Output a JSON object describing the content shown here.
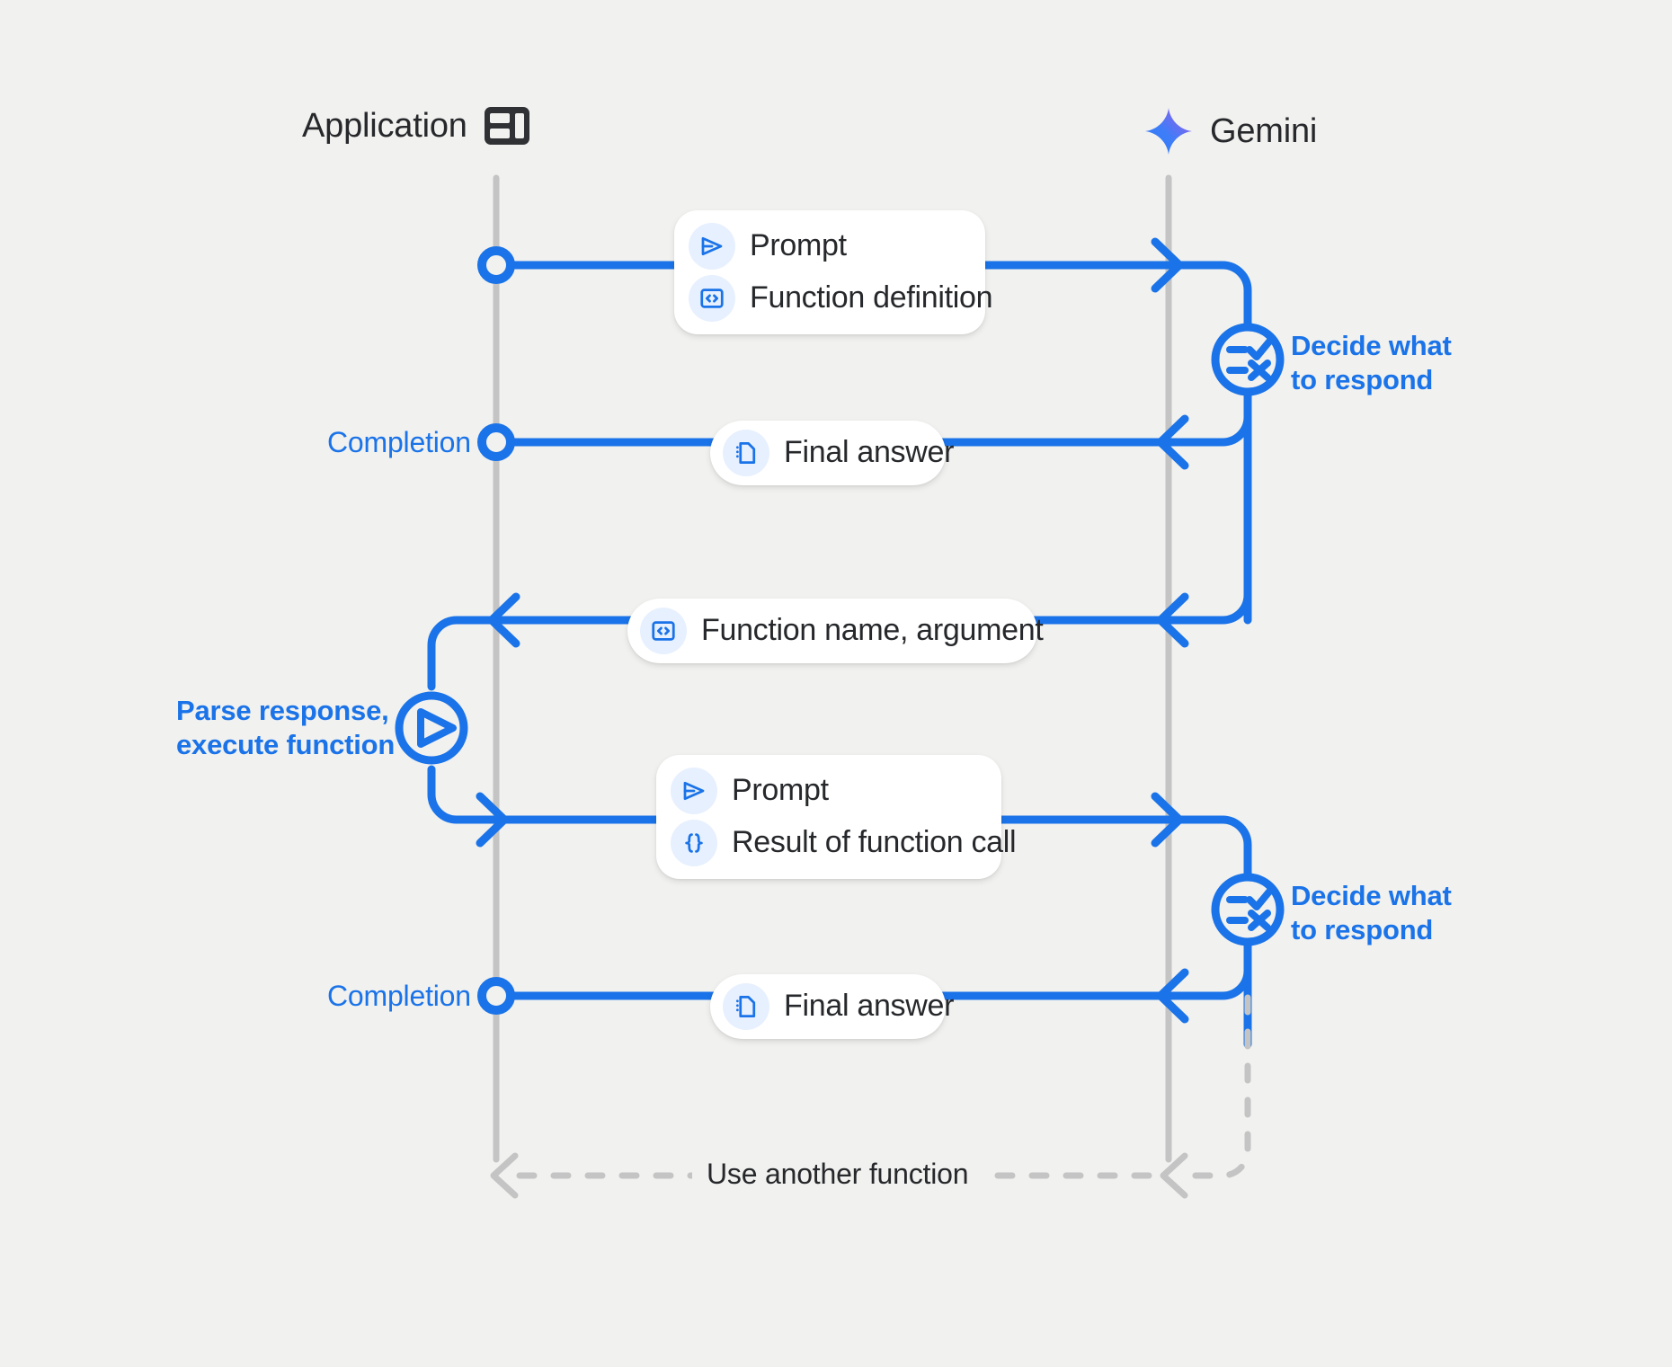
{
  "page": {
    "background_color": "#f1f1ef",
    "accent_color": "#1a73e8",
    "text_color": "#26282b",
    "muted_color": "#c4c4c4"
  },
  "columns": {
    "left": {
      "title": "Application",
      "icon": "dashboard-layout-icon"
    },
    "right": {
      "title": "Gemini",
      "icon": "gemini-sparkle-icon"
    }
  },
  "messages": [
    {
      "id": "request-1",
      "direction": "app-to-gemini",
      "lines": [
        {
          "icon": "send-prompt-icon",
          "label": "Prompt"
        },
        {
          "icon": "code-brackets-icon",
          "label": "Function definition"
        }
      ]
    },
    {
      "id": "final-answer-1",
      "direction": "gemini-to-app",
      "lines": [
        {
          "icon": "document-icon",
          "label": "Final answer"
        }
      ]
    },
    {
      "id": "function-call",
      "direction": "gemini-to-app",
      "lines": [
        {
          "icon": "code-brackets-icon",
          "label": "Function name,  argument"
        }
      ]
    },
    {
      "id": "request-2",
      "direction": "app-to-gemini",
      "lines": [
        {
          "icon": "send-prompt-icon",
          "label": "Prompt"
        },
        {
          "icon": "curly-braces-icon",
          "label": "Result of function call"
        }
      ]
    },
    {
      "id": "final-answer-2",
      "direction": "gemini-to-app",
      "lines": [
        {
          "icon": "document-icon",
          "label": "Final answer"
        }
      ]
    }
  ],
  "annotations": {
    "decide_1": {
      "line1": "Decide what",
      "line2": "to respond",
      "icon": "checklist-decision-icon"
    },
    "decide_2": {
      "line1": "Decide what",
      "line2": "to respond",
      "icon": "checklist-decision-icon"
    },
    "parse": {
      "line1": "Parse response,",
      "line2": "execute function",
      "icon": "play-circle-icon"
    },
    "completion_1": "Completion",
    "completion_2": "Completion",
    "loop": "Use another function"
  }
}
